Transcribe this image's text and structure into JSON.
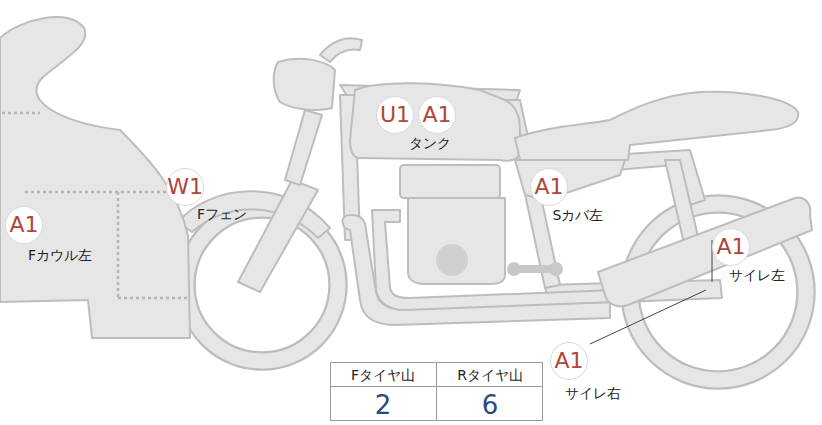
{
  "diagram": {
    "nodes": [
      {
        "text": [
          "U1"
        ]
      },
      {
        "text": [
          "A1"
        ]
      },
      {
        "text": [
          "W1"
        ]
      },
      {
        "text": [
          "A1"
        ]
      },
      {
        "text": [
          "A1"
        ]
      },
      {
        "text": [
          "A1"
        ]
      },
      {
        "text": [
          "A1"
        ]
      }
    ],
    "labels": [
      "タンク",
      "Fフェン",
      "Fカウル左",
      "Sカバ左",
      "サイレ左",
      "サイレ右",
      "Fタイヤ山",
      "Rタイヤ山",
      "2",
      "6"
    ]
  }
}
